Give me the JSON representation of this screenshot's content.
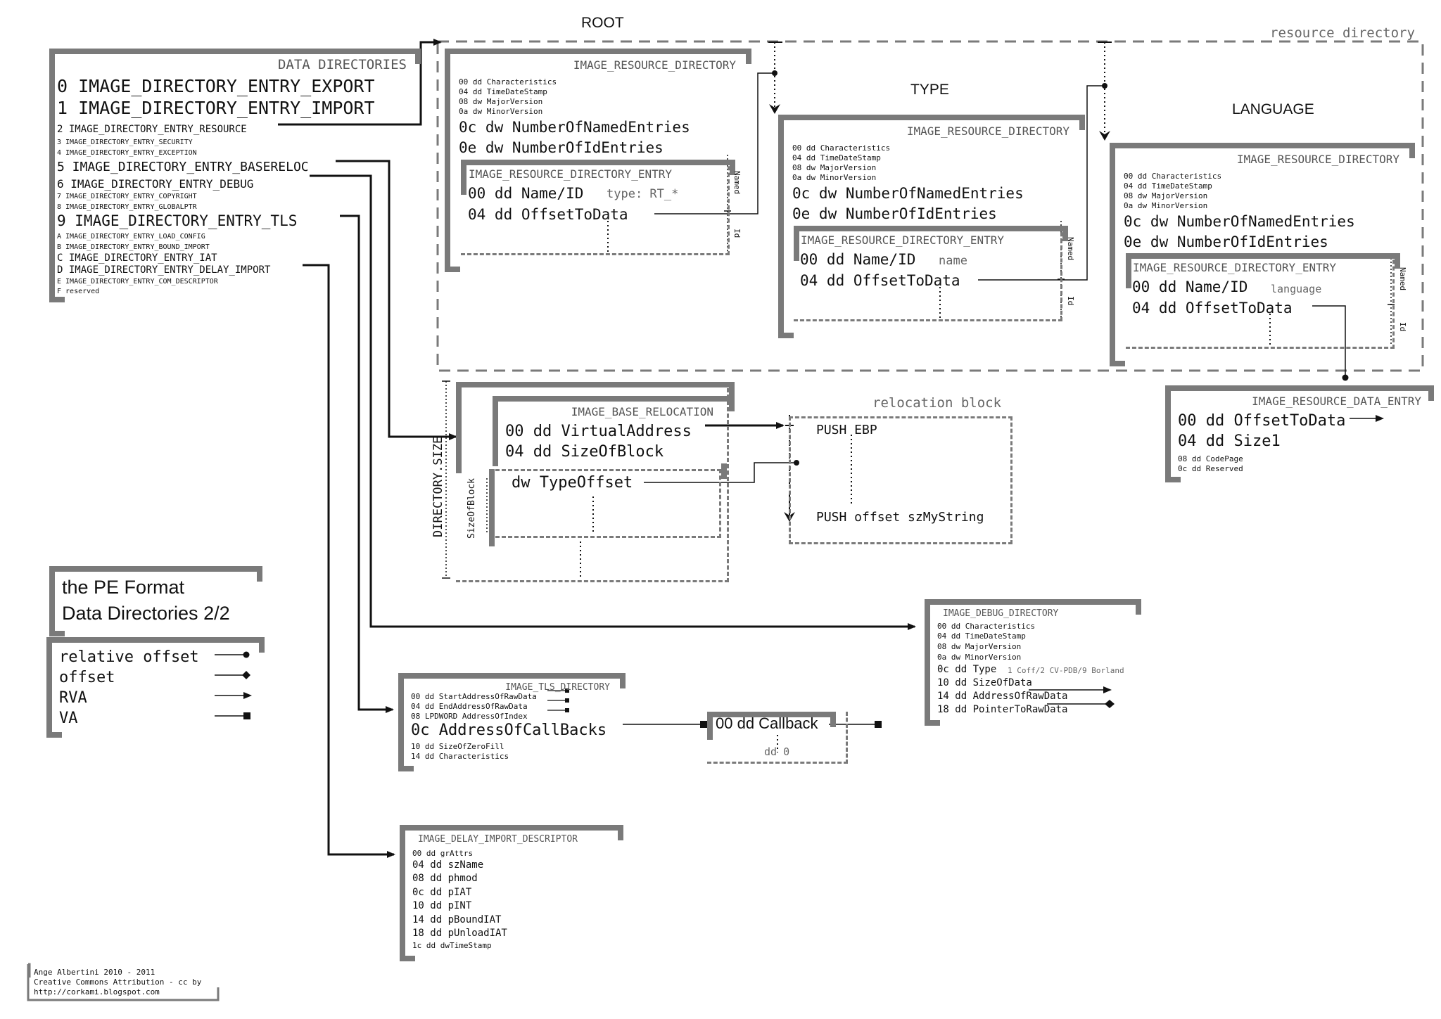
{
  "labels": {
    "root": "ROOT",
    "type": "TYPE",
    "language": "LANGUAGE",
    "resource_directory": "resource directory",
    "relocation_block": "relocation block",
    "directory_size": "DIRECTORY.SIZE",
    "size_of_block": "SizeOfBlock",
    "named": "Named",
    "id": "Id"
  },
  "data_directories": {
    "title": "DATA DIRECTORIES",
    "entries": [
      "0 IMAGE_DIRECTORY_ENTRY_EXPORT",
      "1 IMAGE_DIRECTORY_ENTRY_IMPORT",
      "2 IMAGE_DIRECTORY_ENTRY_RESOURCE",
      "3 IMAGE_DIRECTORY_ENTRY_SECURITY",
      "4 IMAGE_DIRECTORY_ENTRY_EXCEPTION",
      "5 IMAGE_DIRECTORY_ENTRY_BASERELOC",
      "6 IMAGE_DIRECTORY_ENTRY_DEBUG",
      "7 IMAGE_DIRECTORY_ENTRY_COPYRIGHT",
      "8 IMAGE_DIRECTORY_ENTRY_GLOBALPTR",
      "9 IMAGE_DIRECTORY_ENTRY_TLS",
      "A IMAGE_DIRECTORY_ENTRY_LOAD_CONFIG",
      "B IMAGE_DIRECTORY_ENTRY_BOUND_IMPORT",
      "C IMAGE_DIRECTORY_ENTRY_IAT",
      "D IMAGE_DIRECTORY_ENTRY_DELAY_IMPORT",
      "E IMAGE_DIRECTORY_ENTRY_COM_DESCRIPTOR",
      "F reserved"
    ]
  },
  "resource_directory": {
    "title": "IMAGE_RESOURCE_DIRECTORY",
    "fields_small": [
      "00 dd Characteristics",
      "04 dd TimeDateStamp",
      "08 dw MajorVersion",
      "0a dw MinorVersion"
    ],
    "fields_large": [
      "0c dw NumberOfNamedEntries",
      "0e dw NumberOfIdEntries"
    ]
  },
  "resource_entry": {
    "title": "IMAGE_RESOURCE_DIRECTORY_ENTRY",
    "name_field": "00 dd Name/ID",
    "offset_field": "04 dd OffsetToData",
    "root_hint": "type: RT_*",
    "type_hint": "name",
    "language_hint": "language"
  },
  "resource_data_entry": {
    "title": "IMAGE_RESOURCE_DATA_ENTRY",
    "fields_large": [
      "00 dd OffsetToData",
      "04 dd Size1"
    ],
    "fields_small": [
      "08 dd CodePage",
      "0c dd Reserved"
    ]
  },
  "base_relocation": {
    "title": "IMAGE_BASE_RELOCATION",
    "fields": [
      "00 dd VirtualAddress",
      "04 dd SizeOfBlock"
    ],
    "type_offset": "dw TypeOffset"
  },
  "relocation_code": {
    "push_ebp": "PUSH EBP",
    "push_offset": "PUSH offset szMyString"
  },
  "debug_directory": {
    "title": "IMAGE_DEBUG_DIRECTORY",
    "fields_small": [
      "00 dd Characteristics",
      "04 dd TimeDateStamp",
      "08 dw MajorVersion",
      "0a dw MinorVersion"
    ],
    "type_field": "0c dd Type",
    "type_hint": "1 Coff/2 CV-PDB/9 Borland",
    "fields_medium": [
      "10 dd SizeOfData",
      "14 dd AddressOfRawData",
      "18 dd PointerToRawData"
    ]
  },
  "tls_directory": {
    "title": "IMAGE_TLS_DIRECTORY",
    "fields_small": [
      "00 dd StartAddressOfRawData",
      "04 dd EndAddressOfRawData",
      "08 LPDWORD AddressOfIndex"
    ],
    "callbacks_field": "0c AddressOfCallBacks",
    "fields_small2": [
      "10 dd SizeOfZeroFill",
      "14 dd Characteristics"
    ]
  },
  "callback": {
    "label": "00 dd Callback",
    "terminator": "dd 0"
  },
  "delay_import": {
    "title": "IMAGE_DELAY_IMPORT_DESCRIPTOR",
    "first_field": "00 dd grAttrs",
    "fields_medium": [
      "04 dd szName",
      "08 dd phmod",
      "0c dd pIAT",
      "10 dd pINT",
      "14 dd pBoundIAT",
      "18 dd pUnloadIAT"
    ],
    "last_field": "1c dd dwTimeStamp"
  },
  "title_box": {
    "line1": "the PE Format",
    "line2": "Data Directories 2/2"
  },
  "legend": [
    {
      "label": "relative offset",
      "marker": "dot"
    },
    {
      "label": "offset",
      "marker": "diamond"
    },
    {
      "label": "RVA",
      "marker": "arrow"
    },
    {
      "label": "VA",
      "marker": "square"
    }
  ],
  "credits": {
    "line1": "Ange Albertini 2010 - 2011",
    "line2": "Creative Commons Attribution - cc by",
    "line3": "http://corkami.blogspot.com"
  },
  "colors": {
    "frame": "#7a7a7a",
    "ink": "#111111",
    "hint": "#666666"
  }
}
